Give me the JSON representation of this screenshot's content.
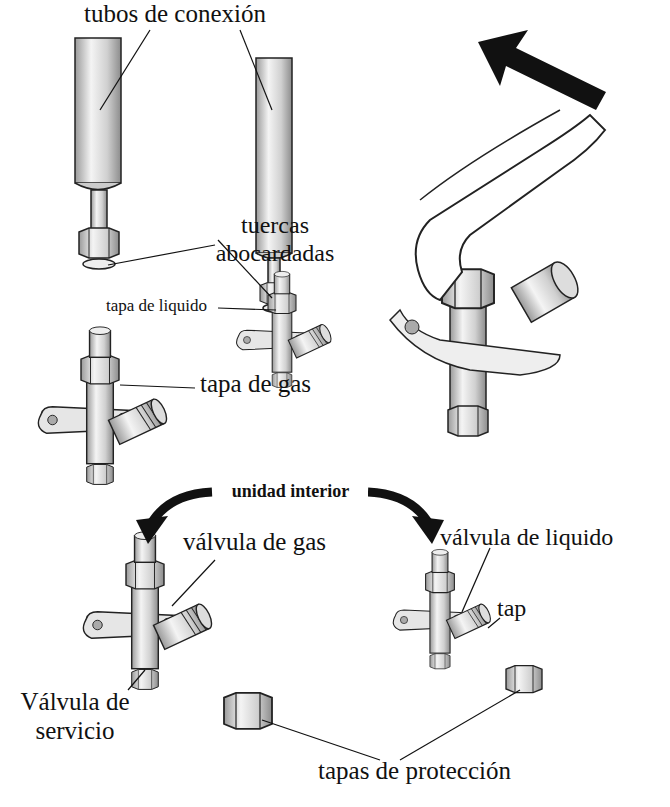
{
  "diagram": {
    "labels": [
      "tubos de conexión",
      "tuercas abocardadas",
      "tapa de liquido",
      "tapa de gas",
      "unidad interior",
      "válvula de gas",
      "válvula de liquido",
      "tap",
      "Válvula de servicio",
      "tapas de protección"
    ]
  }
}
